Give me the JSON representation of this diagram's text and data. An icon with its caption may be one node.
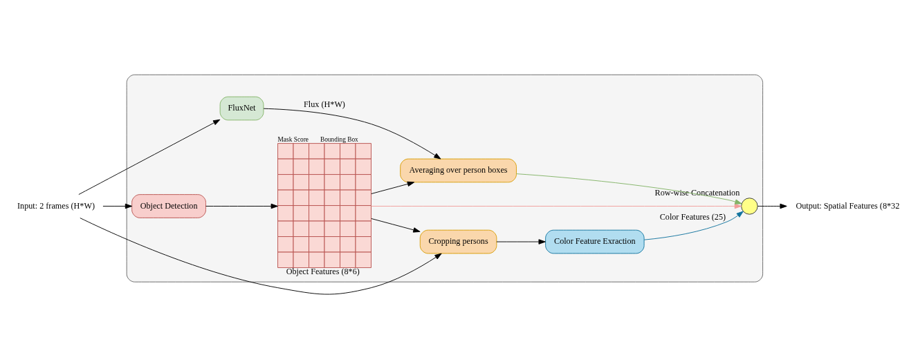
{
  "diagram": {
    "nodes": [
      {
        "text": [],
        "shape": "box"
      },
      {
        "text": [
          "Input: 2 frames (H*W)"
        ]
      },
      {
        "text": [
          "FluxNet"
        ],
        "in": 0
      },
      {
        "text": [
          "Object Detection"
        ],
        "in": 0
      },
      {
        "text": [
          "Mask Score",
          "Bounding Box",
          "Object Features (8*6)"
        ],
        "in": 0
      },
      {
        "text": [
          "Averaging over person boxes"
        ],
        "in": 0
      },
      {
        "text": [
          "Cropping persons"
        ],
        "in": 0
      },
      {
        "text": [
          "Color Feature Exraction"
        ],
        "in": 0
      },
      {
        "text": [],
        "shape": "circle",
        "in": 0,
        "beside": [
          "Row-wise Concatenation"
        ]
      },
      {
        "text": [
          "Output: Spatial Features (8*32"
        ]
      }
    ],
    "edges": [
      {
        "from": 1,
        "to": 2,
        "arrow": "to"
      },
      {
        "from": 1,
        "to": 3,
        "arrow": "to"
      },
      {
        "from": 1,
        "to": 6,
        "arrow": "to"
      },
      {
        "from": 2,
        "to": 5,
        "arrow": "to",
        "label": "Flux (H*W)"
      },
      {
        "from": 3,
        "to": 4,
        "arrow": "to"
      },
      {
        "from": 4,
        "to": 5,
        "arrow": "to"
      },
      {
        "from": 4,
        "to": 6,
        "arrow": "to"
      },
      {
        "from": 4,
        "to": 8,
        "arrow": "to",
        "color": "#f19c99"
      },
      {
        "from": 5,
        "to": 8,
        "arrow": "to",
        "color": "#82b366"
      },
      {
        "from": 6,
        "to": 7,
        "arrow": "to"
      },
      {
        "from": 7,
        "to": 8,
        "arrow": "to",
        "color": "#10739e",
        "label": "Color Features (25)"
      },
      {
        "from": 8,
        "to": 9,
        "arrow": "to"
      }
    ]
  }
}
